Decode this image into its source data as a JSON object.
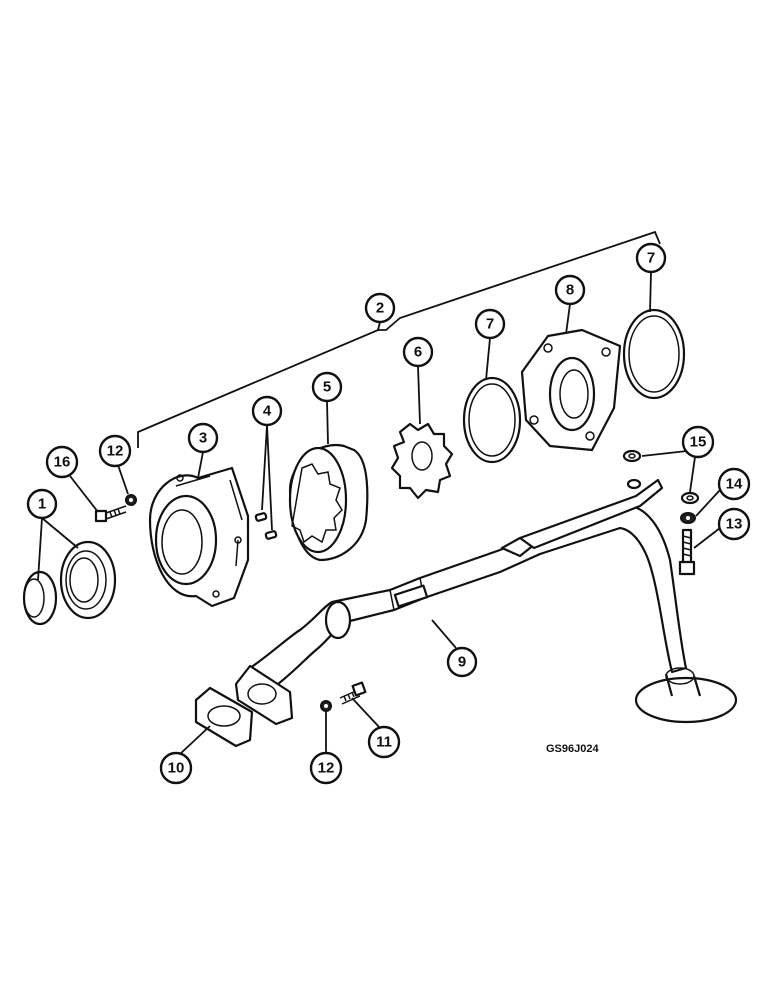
{
  "figure_code": "GS96J024",
  "callouts": [
    {
      "id": "c1",
      "label": "1"
    },
    {
      "id": "c2",
      "label": "2"
    },
    {
      "id": "c3",
      "label": "3"
    },
    {
      "id": "c4",
      "label": "4"
    },
    {
      "id": "c5",
      "label": "5"
    },
    {
      "id": "c6",
      "label": "6"
    },
    {
      "id": "c7a",
      "label": "7"
    },
    {
      "id": "c7b",
      "label": "7"
    },
    {
      "id": "c8",
      "label": "8"
    },
    {
      "id": "c9",
      "label": "9"
    },
    {
      "id": "c10",
      "label": "10"
    },
    {
      "id": "c11",
      "label": "11"
    },
    {
      "id": "c12a",
      "label": "12"
    },
    {
      "id": "c12b",
      "label": "12"
    },
    {
      "id": "c13",
      "label": "13"
    },
    {
      "id": "c14",
      "label": "14"
    },
    {
      "id": "c15",
      "label": "15"
    },
    {
      "id": "c16",
      "label": "16"
    }
  ]
}
